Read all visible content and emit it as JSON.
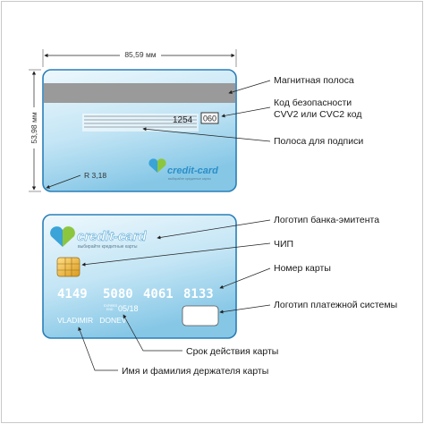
{
  "dimensions": {
    "width": "85,59 мм",
    "height": "53,98 мм",
    "radius": "R 3,18"
  },
  "back": {
    "code_number": "1254",
    "code_cvv": "060",
    "logo_text": "credit-card",
    "logo_slogan": "выбирайте кредитные карты"
  },
  "front": {
    "logo_text": "credit-card",
    "logo_slogan": "выбирайте кредитные карты",
    "card_number": [
      "4149",
      "5080",
      "4061",
      "8133"
    ],
    "expires_label_1": "EXPIRES",
    "expires_label_2": "END",
    "expiry": "05/18",
    "holder": "VLADIMIR   DONEV"
  },
  "labels": {
    "magnetic_stripe": "Магнитная полоса",
    "security_code_1": "Код безопасности",
    "security_code_2": "CVV2 или CVC2 код",
    "signature_strip": "Полоса для подписи",
    "issuer_logo": "Логотип банка-эмитента",
    "chip": "ЧИП",
    "card_number": "Номер карты",
    "payment_system_logo": "Логотип платежной системы",
    "expiry_date": "Срок действия карты",
    "holder_name": "Имя и фамилия держателя карты"
  },
  "colors": {
    "card_fill_top": "#e9f6fd",
    "card_fill_bottom": "#8ccbe8",
    "card_border": "#2a7fb8",
    "stripe": "#9a9a9a",
    "logo_blue": "#3aa3d8",
    "logo_green": "#8cc63f"
  }
}
